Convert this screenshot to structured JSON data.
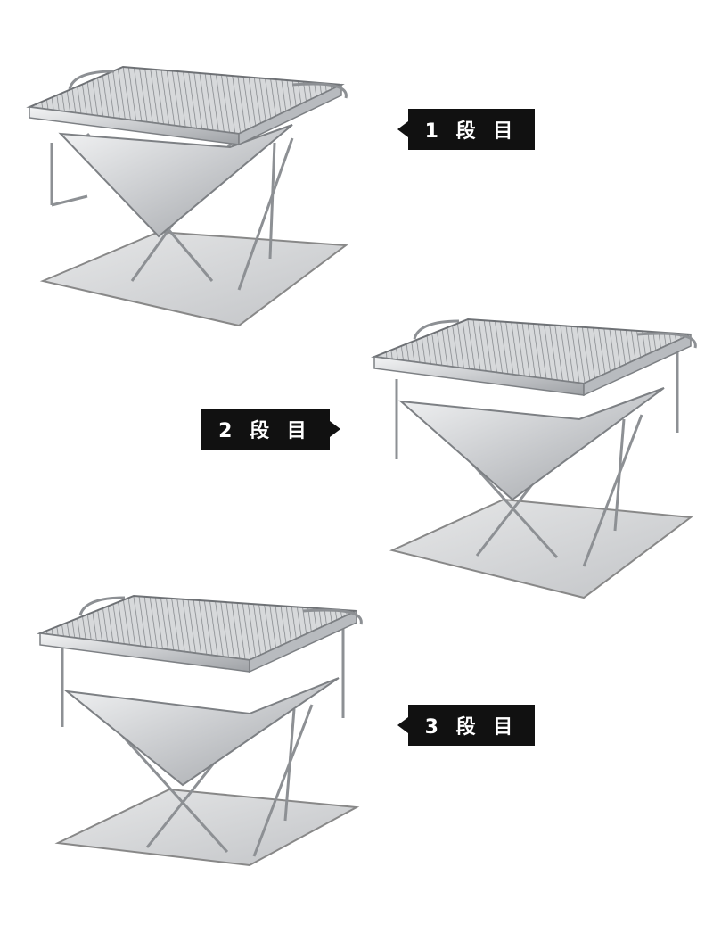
{
  "levels": [
    {
      "label": "1 段 目"
    },
    {
      "label": "2 段 目"
    },
    {
      "label": "3 段 目"
    }
  ],
  "colors": {
    "label_bg": "#111111",
    "label_text": "#ffffff",
    "steel": "#b9bcbf"
  }
}
